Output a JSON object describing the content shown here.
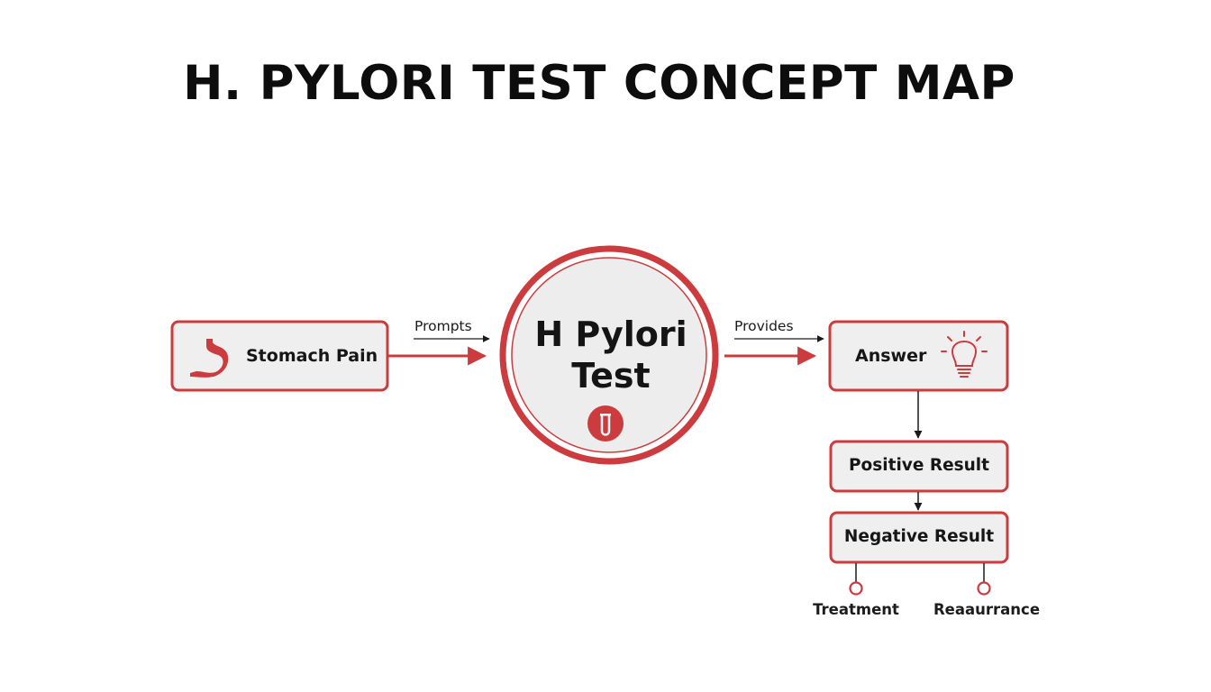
{
  "title": "H. PYLORI TEST CONCEPT MAP",
  "colors": {
    "accent": "#cc3b3e",
    "box_fill": "#f0efef",
    "text": "#141414"
  },
  "nodes": {
    "stomach_pain": {
      "label": "Stomach Pain",
      "icon": "stomach-icon"
    },
    "center": {
      "label": "H Pylori\nTest",
      "icon": "test-tube-icon"
    },
    "answer": {
      "label": "Answer",
      "icon": "lightbulb-icon"
    },
    "positive": {
      "label": "Positive Result"
    },
    "negative": {
      "label": "Negative Result"
    },
    "treatment": {
      "label": "Treatment"
    },
    "reassurance": {
      "label": "Reaaurrance"
    }
  },
  "edges": {
    "prompts": "Prompts",
    "provides": "Provides"
  }
}
